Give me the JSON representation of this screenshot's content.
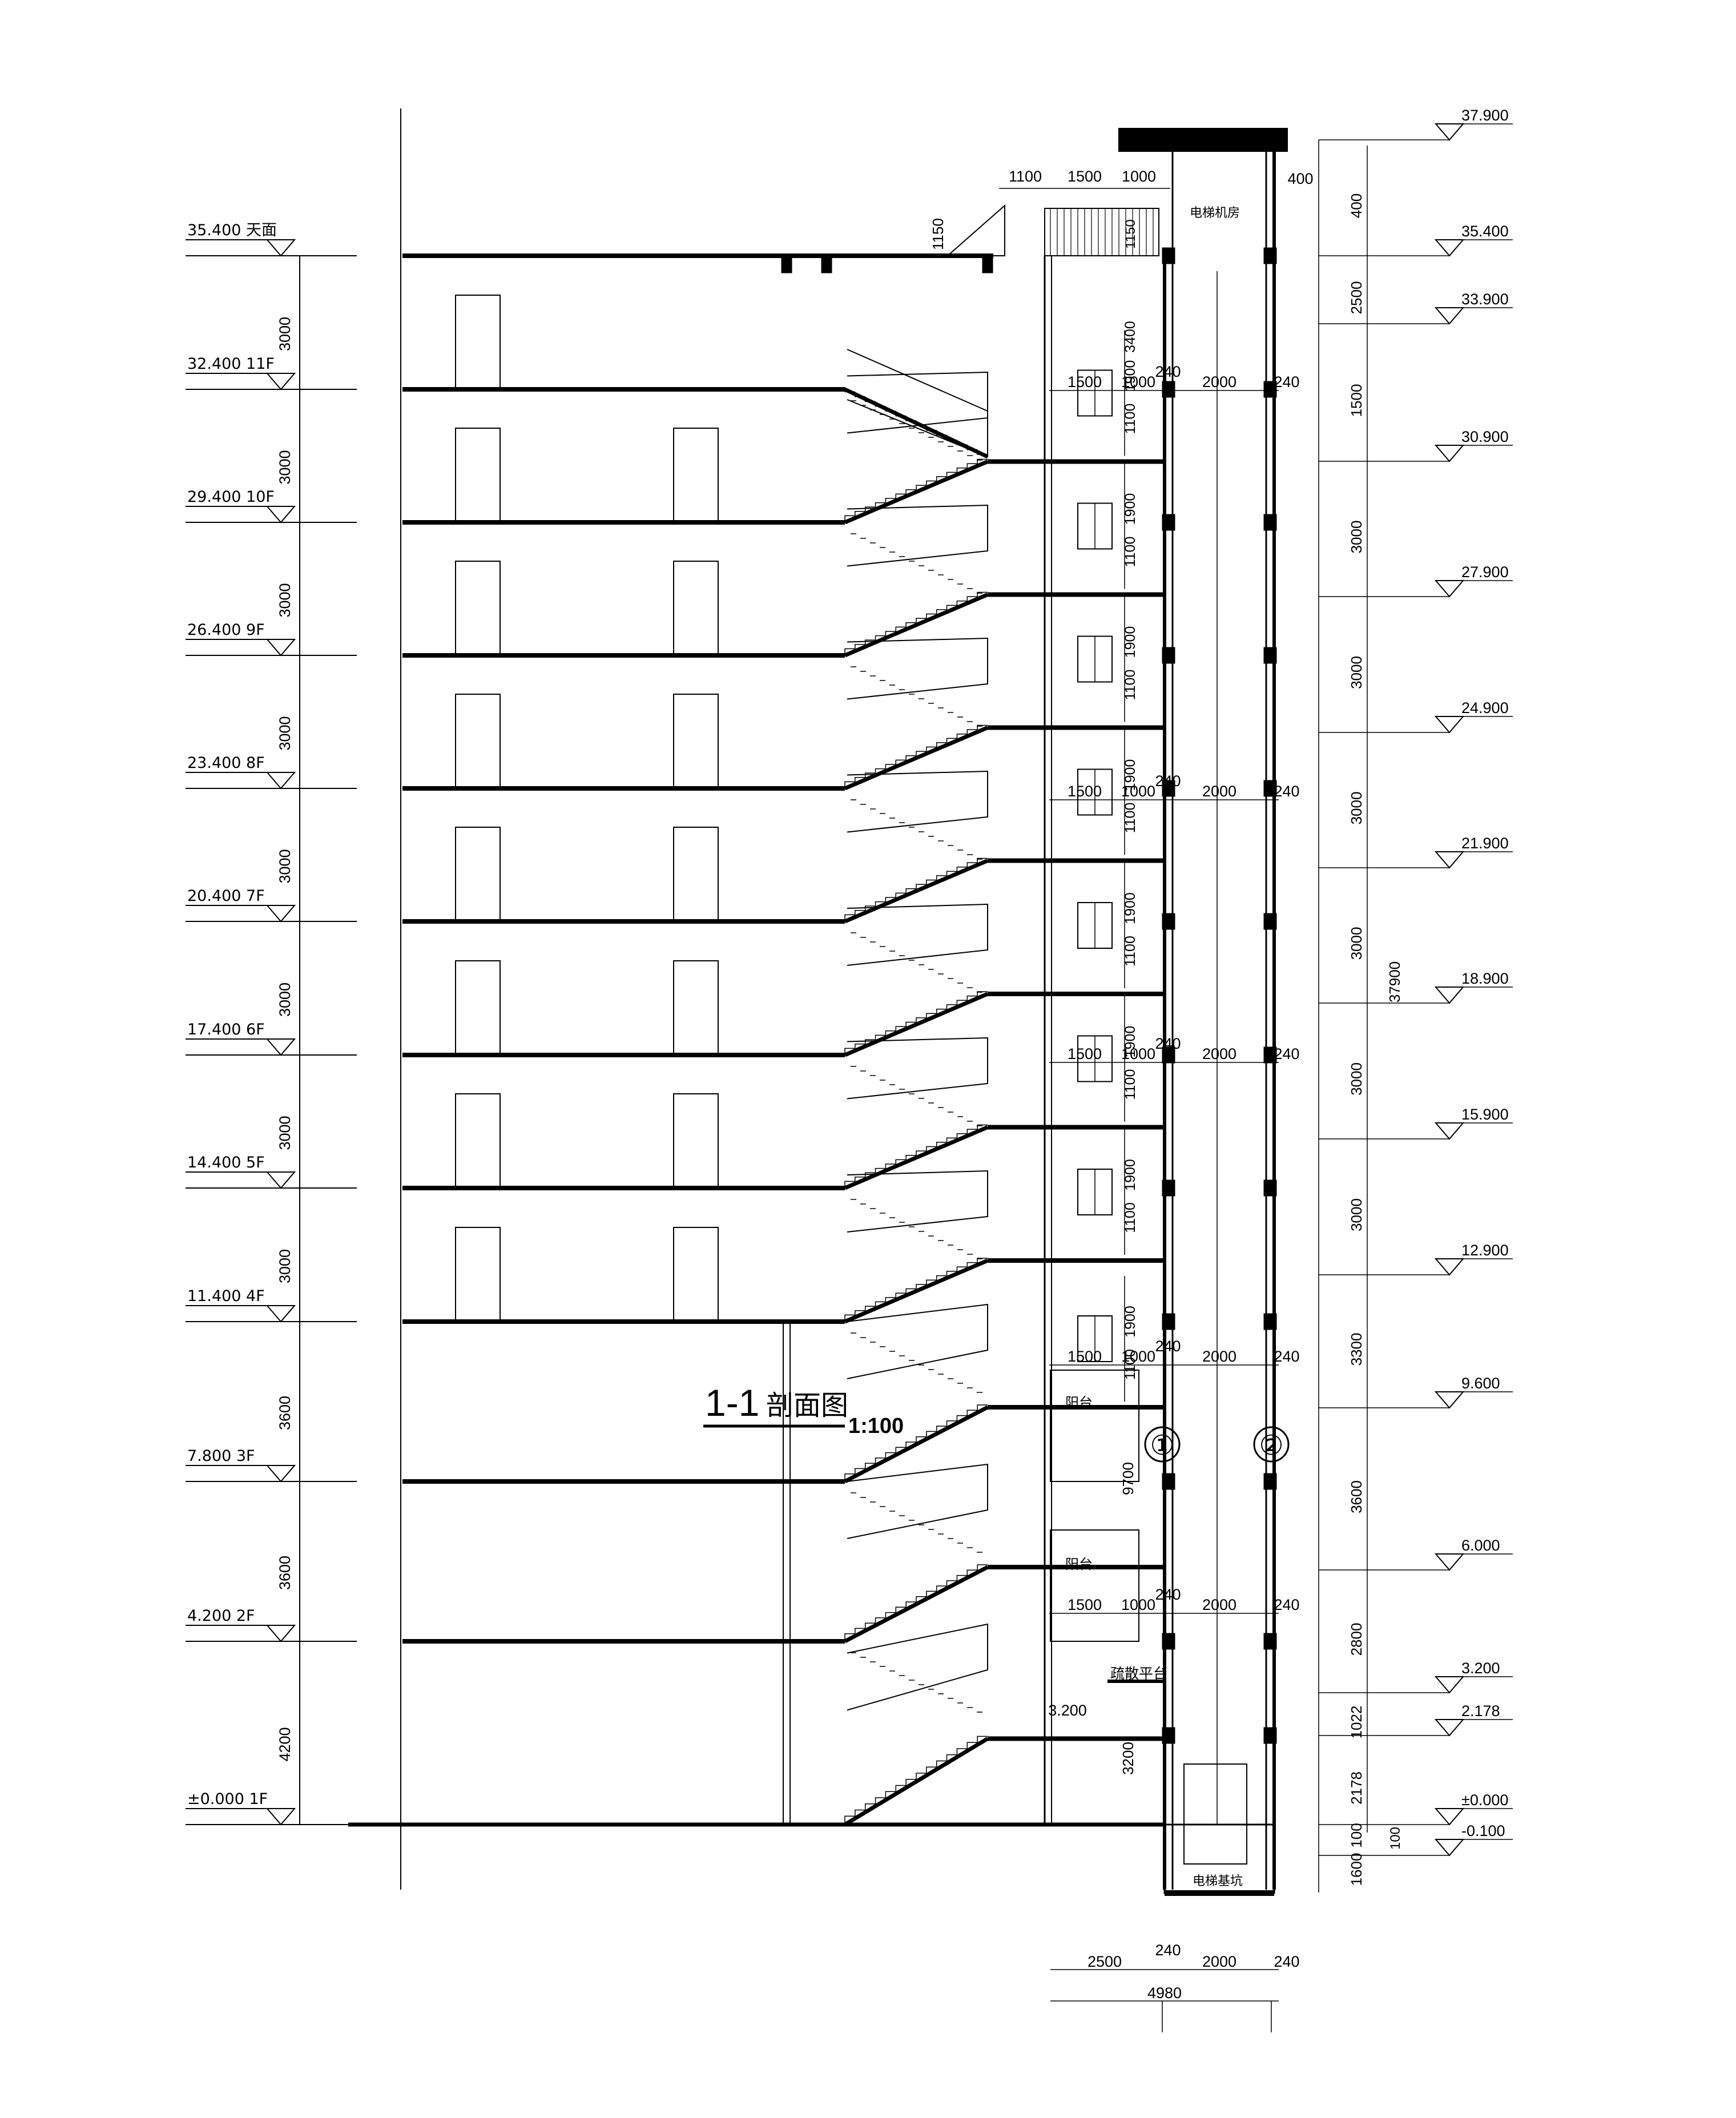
{
  "levels_left": [
    {
      "elev": "35.400",
      "floor": "天面",
      "dim_below": "3000"
    },
    {
      "elev": "32.400",
      "floor": "11F",
      "dim_below": "3000"
    },
    {
      "elev": "29.400",
      "floor": "10F",
      "dim_below": "3000"
    },
    {
      "elev": "26.400",
      "floor": "9F",
      "dim_below": "3000"
    },
    {
      "elev": "23.400",
      "floor": "8F",
      "dim_below": "3000"
    },
    {
      "elev": "20.400",
      "floor": "7F",
      "dim_below": "3000"
    },
    {
      "elev": "17.400",
      "floor": "6F",
      "dim_below": "3000"
    },
    {
      "elev": "14.400",
      "floor": "5F",
      "dim_below": "3000"
    },
    {
      "elev": "11.400",
      "floor": "4F",
      "dim_below": "3600"
    },
    {
      "elev": "7.800",
      "floor": "3F",
      "dim_below": "3600"
    },
    {
      "elev": "4.200",
      "floor": "2F",
      "dim_below": "4200"
    },
    {
      "elev": "±0.000",
      "floor": "1F",
      "dim_below": ""
    }
  ],
  "levels_right": [
    "37.900",
    "35.400",
    "33.900",
    "30.900",
    "27.900",
    "24.900",
    "21.900",
    "18.900",
    "15.900",
    "12.900",
    "9.600",
    "6.000",
    "3.200",
    "2.178",
    "±0.000",
    "-0.100"
  ],
  "right_dims": [
    "400",
    "2500",
    "1500",
    "3000",
    "3000",
    "3000",
    "3000",
    "3000",
    "3000",
    "3300",
    "3600",
    "2800",
    "1022",
    "2178",
    "100",
    "1600"
  ],
  "overall_height": "37900",
  "overall_height_sub": "100",
  "top_dims": [
    "1100",
    "1500",
    "1000",
    "400"
  ],
  "parapet_dim": "1150",
  "bay_dims": [
    "1500",
    "1000",
    "240",
    "2000",
    "240"
  ],
  "window_dims": {
    "upper": "1900",
    "lower": "1100",
    "roof": "3400"
  },
  "balcony_height": "9700",
  "bottom_pit_dim": "3200",
  "platform_elev": "3.200",
  "bottom_dims": [
    "2500",
    "240",
    "2000",
    "240"
  ],
  "bottom_total": "4980",
  "axes": [
    "①",
    "②"
  ],
  "room_labels": {
    "machine_room": "电梯机房",
    "pit": "电梯基坑",
    "balcony": "阳台",
    "platform": "疏散平台"
  },
  "title": {
    "main": "1-1",
    "cn": "剖面图",
    "scale": "1:100"
  }
}
